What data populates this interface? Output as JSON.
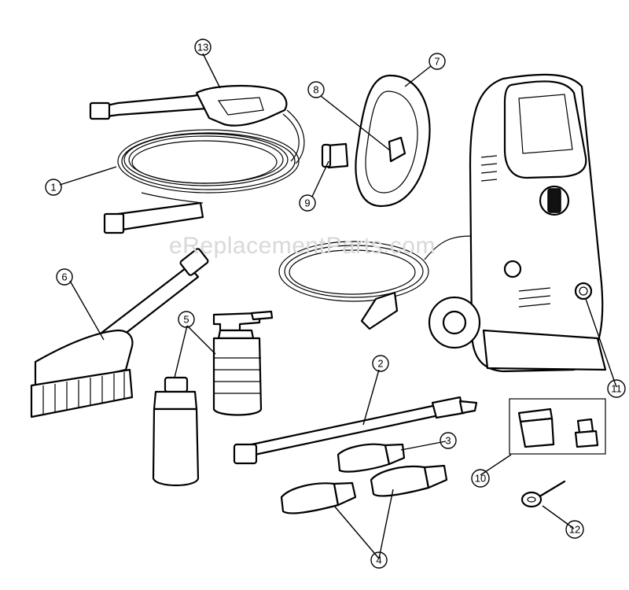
{
  "watermark": "eReplacementParts.com",
  "callouts": {
    "c1": "1",
    "c2": "2",
    "c3": "3",
    "c4": "4",
    "c5": "5",
    "c6": "6",
    "c7": "7",
    "c8": "8",
    "c9": "9",
    "c10": "10",
    "c11": "11",
    "c12": "12",
    "c13": "13"
  }
}
